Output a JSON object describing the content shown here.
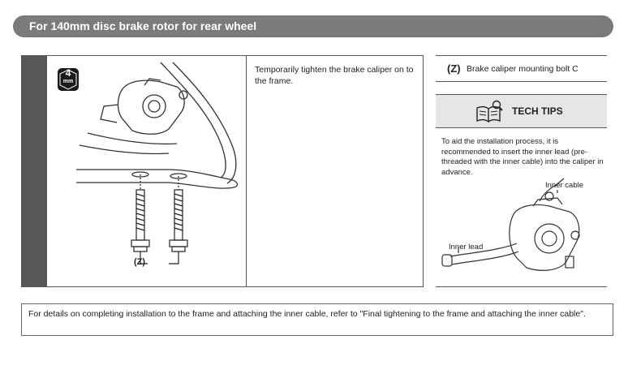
{
  "header": {
    "title": "For 140mm disc brake rotor for rear wheel"
  },
  "step": {
    "tool_badge": {
      "number": "4",
      "unit": "mm",
      "icon": "hex-wrench-icon"
    },
    "callout": "(Z)",
    "instruction": "Temporarily tighten the brake caliper on to the frame."
  },
  "legend": {
    "code": "(Z)",
    "text": "Brake caliper mounting bolt C"
  },
  "tech_tips": {
    "icon": "book-magnifier-icon",
    "title": "TECH TIPS",
    "text": "To aid the installation process, it is recommended to insert the inner lead (pre-threaded with the inner cable) into the caliper in advance.",
    "labels": {
      "inner_cable": "Inner cable",
      "inner_lead": "Inner lead"
    }
  },
  "note": "For details on completing installation to the frame and attaching the inner cable, refer to \"Final tightening to the frame and attaching the inner cable\"."
}
